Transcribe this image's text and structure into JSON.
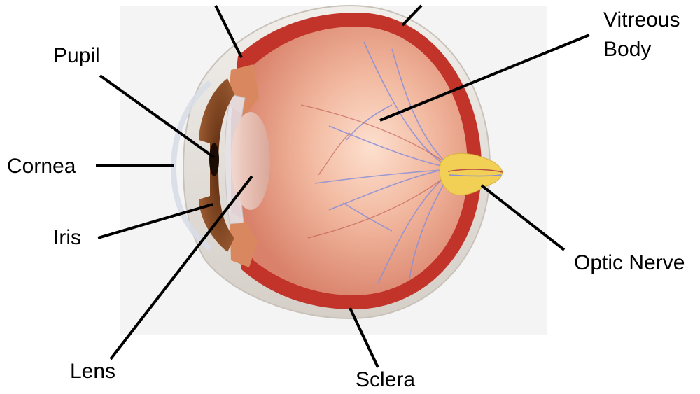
{
  "title": "",
  "labels": {
    "pupil": "Pupil",
    "cornea": "Cornea",
    "iris": "Iris",
    "lens": "Lens",
    "sclera": "Sclera",
    "optic_nerve": "Optic Nerve",
    "vitreous_line1": "Vitreous",
    "vitreous_line2": "Body"
  },
  "colors": {
    "background_panel": "#f4f4f4",
    "sclera": "#e6e1dc",
    "choroid": "#c2342a",
    "retina": "#e89a80",
    "vitreous_center": "#fbd2bd",
    "iris": "#7a3d1c",
    "lens": "#e9c6bb",
    "optic_nerve": "#f2cf55",
    "blood_vessel": "#8a8fd8",
    "leader_line": "#000000"
  }
}
